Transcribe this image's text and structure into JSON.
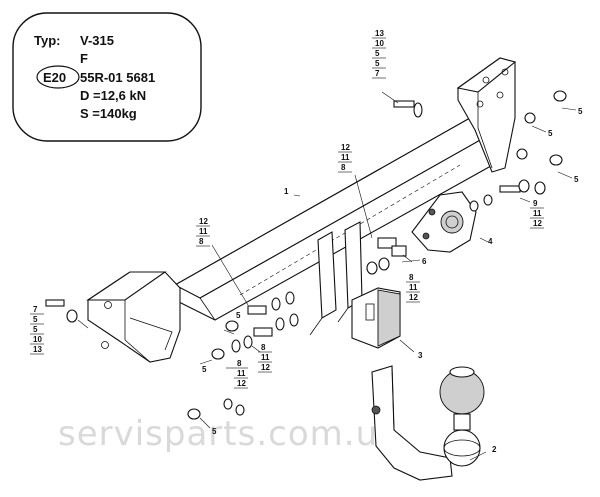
{
  "spec": {
    "type_label": "Typ:",
    "type_value": "V-315",
    "class_value": "F",
    "mark": "E20",
    "approval": "55R-01 5681",
    "d_value": "D =12,6 kN",
    "s_value": "S =140kg"
  },
  "watermark": "servisparts.com.ua",
  "callouts": {
    "stack_top_right": [
      "13",
      "10",
      "5",
      "5",
      "7"
    ],
    "stack_left": [
      "7",
      "5",
      "5",
      "10",
      "13"
    ],
    "stack_mid_left": [
      "12",
      "11",
      "8"
    ],
    "stack_mid": [
      "12",
      "11",
      "8"
    ],
    "stack_right": [
      "9",
      "11",
      "12"
    ],
    "stack_center": [
      "8",
      "11",
      "12"
    ],
    "stack_lower_a": [
      "8",
      "11",
      "12"
    ],
    "stack_lower_b": [
      "8",
      "11",
      "12"
    ],
    "label_1": "1",
    "label_2": "2",
    "label_3": "3",
    "label_4": "4",
    "label_5a": "5",
    "label_5b": "5",
    "label_5c": "5",
    "label_5d": "5",
    "label_5e": "5",
    "label_5f": "5",
    "label_6": "6"
  }
}
